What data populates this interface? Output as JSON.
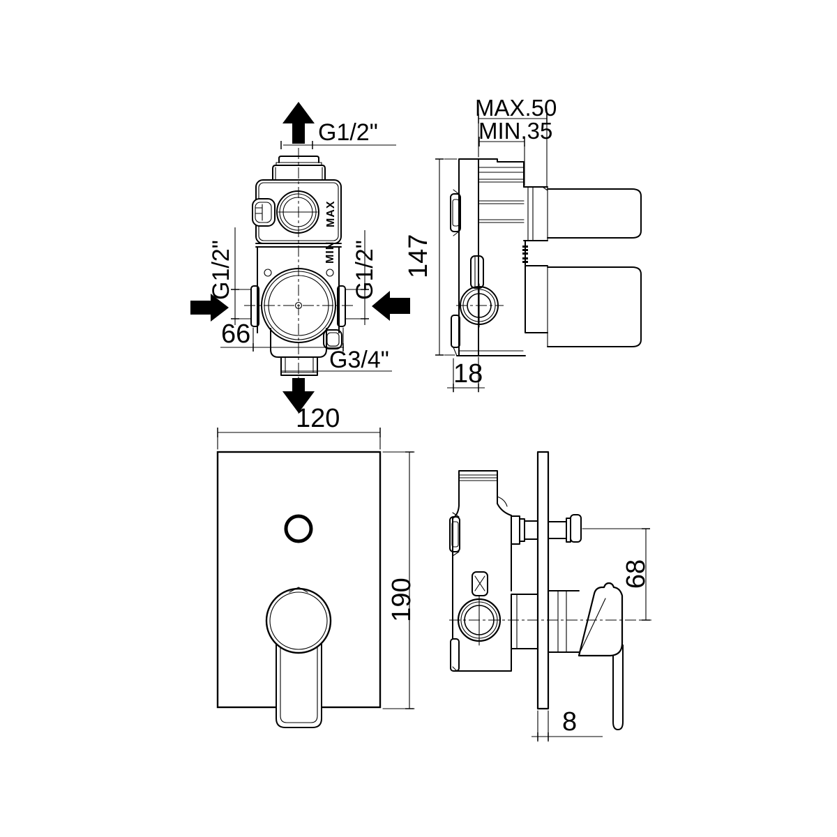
{
  "colors": {
    "background": "#ffffff",
    "line": "#000000"
  },
  "views": {
    "rough_valve_front": {
      "labels": {
        "top_connection": "G1/2\"",
        "left_connection": "G1/2\"",
        "right_connection": "G1/2\"",
        "bottom_connection": "G3/4\"",
        "body_width": "66",
        "max_marking": "MAX",
        "min_marking": "MIN"
      }
    },
    "rough_valve_side": {
      "labels": {
        "recess_depth_max": "MAX.50",
        "recess_depth_min": "MIN.35",
        "body_height": "147",
        "back_depth": "18"
      }
    },
    "trim_front": {
      "labels": {
        "plate_width": "120",
        "plate_height": "190"
      }
    },
    "trim_side": {
      "labels": {
        "diverter_to_lever_axis": "68",
        "plate_thickness": "8"
      }
    }
  }
}
